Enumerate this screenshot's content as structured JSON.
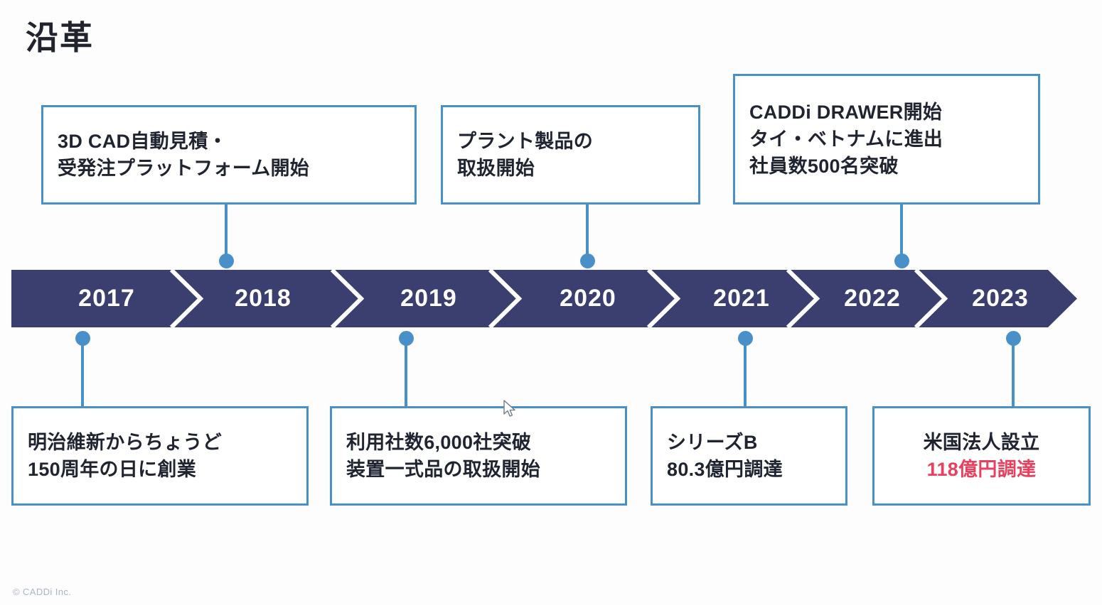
{
  "slide": {
    "title": "沿革",
    "footer": "© CADDi Inc.",
    "accent_blue": "#4a90c8",
    "bar_navy": "#3b3f70",
    "highlight_red": "#e8415f",
    "text_dark": "#1f2430",
    "background": "#fdfdfd"
  },
  "timeline": {
    "years": [
      "2017",
      "2018",
      "2019",
      "2020",
      "2021",
      "2022",
      "2023"
    ],
    "markers_above": [
      "2018",
      "2020",
      "2022"
    ],
    "markers_below": [
      "2017",
      "2019",
      "2021",
      "2023"
    ]
  },
  "events_above": [
    {
      "year": "2018",
      "align": "left",
      "lines": [
        "3D CAD自動見積・",
        "受発注プラットフォーム開始"
      ]
    },
    {
      "year": "2020",
      "align": "left",
      "lines": [
        "プラント製品の",
        "取扱開始"
      ]
    },
    {
      "year": "2022",
      "align": "left",
      "lines": [
        "CADDi DRAWER開始",
        "タイ・ベトナムに進出",
        "社員数500名突破"
      ]
    }
  ],
  "events_below": [
    {
      "year": "2017",
      "align": "left",
      "lines": [
        "明治維新からちょうど",
        "150周年の日に創業"
      ]
    },
    {
      "year": "2019",
      "align": "left",
      "lines": [
        "利用社数6,000社突破",
        "装置一式品の取扱開始"
      ]
    },
    {
      "year": "2021",
      "align": "left",
      "lines": [
        "シリーズB",
        "80.3億円調達"
      ]
    },
    {
      "year": "2023",
      "align": "center",
      "lines": [
        "米国法人設立",
        "118億円調達"
      ],
      "highlight_line_index": 1
    }
  ]
}
